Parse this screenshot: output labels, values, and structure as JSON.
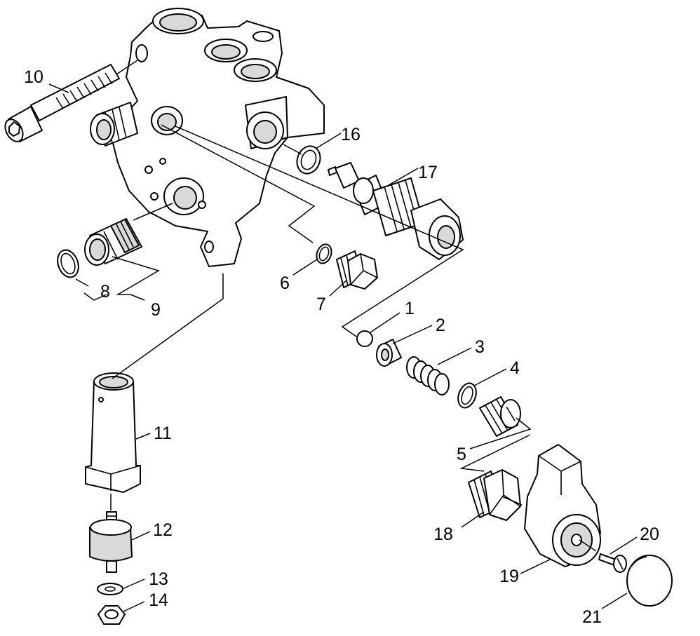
{
  "callouts": [
    {
      "id": "1",
      "text": "1"
    },
    {
      "id": "2",
      "text": "2"
    },
    {
      "id": "3",
      "text": "3"
    },
    {
      "id": "4",
      "text": "4"
    },
    {
      "id": "5",
      "text": "5"
    },
    {
      "id": "6",
      "text": "6"
    },
    {
      "id": "7",
      "text": "7"
    },
    {
      "id": "8",
      "text": "8"
    },
    {
      "id": "9",
      "text": "9"
    },
    {
      "id": "10",
      "text": "10"
    },
    {
      "id": "11",
      "text": "11"
    },
    {
      "id": "12",
      "text": "12"
    },
    {
      "id": "13",
      "text": "13"
    },
    {
      "id": "14",
      "text": "14"
    },
    {
      "id": "16",
      "text": "16"
    },
    {
      "id": "17",
      "text": "17"
    },
    {
      "id": "18",
      "text": "18"
    },
    {
      "id": "19",
      "text": "19"
    },
    {
      "id": "20",
      "text": "20"
    },
    {
      "id": "21",
      "text": "21"
    }
  ]
}
